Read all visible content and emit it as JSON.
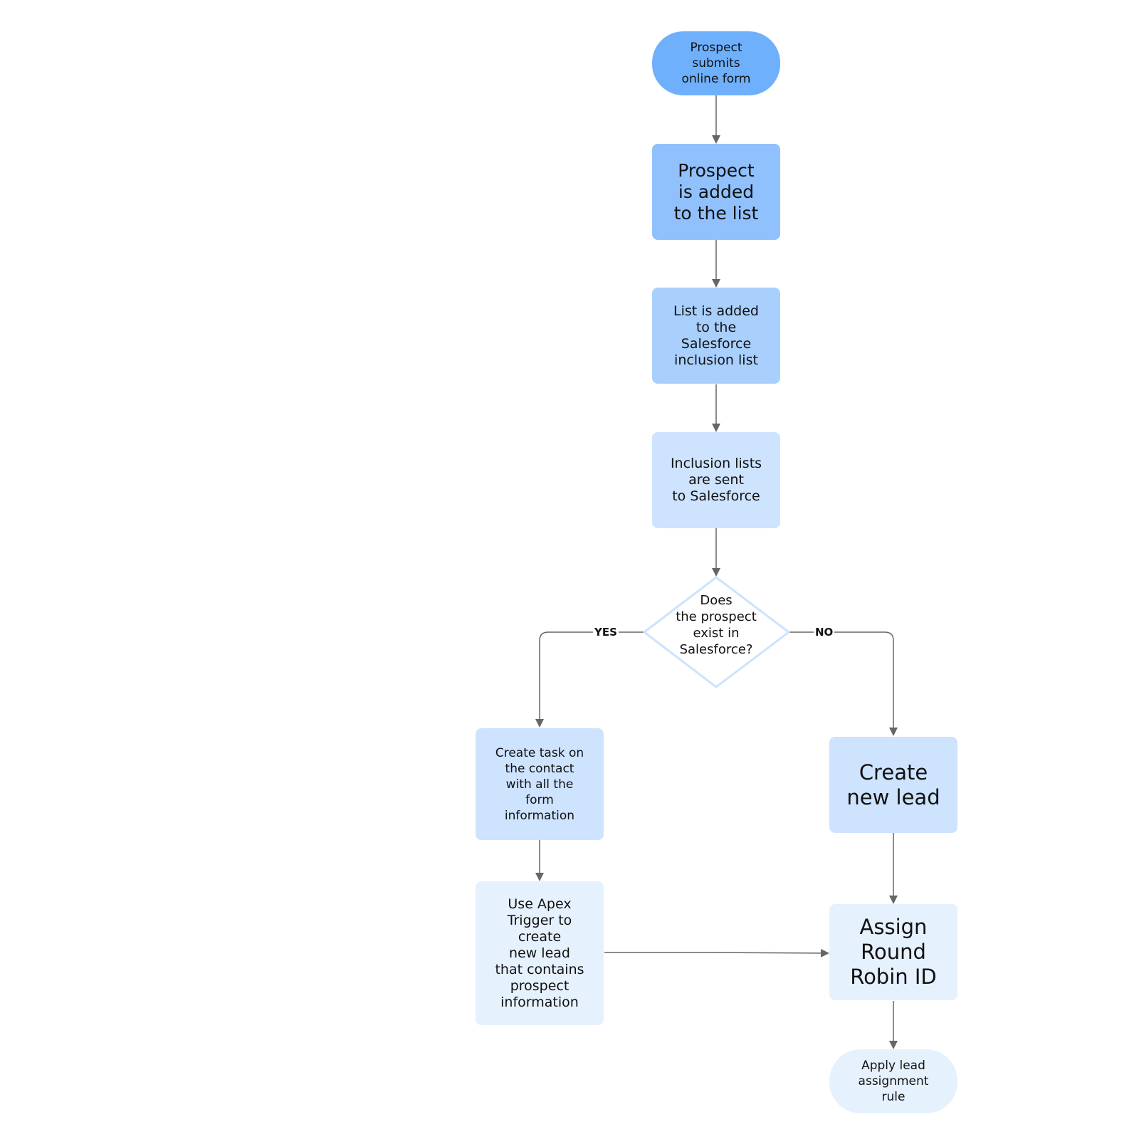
{
  "nodes": {
    "start": "Prospect\nsubmits\nonline form",
    "added_to_list": "Prospect\nis added\nto the list",
    "list_added": "List is added\nto the\nSalesforce\ninclusion list",
    "lists_sent": "Inclusion lists\nare sent\nto Salesforce",
    "decision": "Does\nthe prospect\nexist in\nSalesforce?",
    "create_task": "Create task on\nthe contact\nwith all the\nform\ninformation",
    "apex_trigger": "Use Apex\nTrigger to\ncreate\nnew lead\nthat contains\nprospect\ninformation",
    "create_lead": "Create\nnew lead",
    "assign_rr": "Assign\nRound\nRobin ID",
    "apply_rule": "Apply lead\nassignment\nrule"
  },
  "edge_labels": {
    "yes": "YES",
    "no": "NO"
  },
  "colors": {
    "start": "#6eb0fc",
    "step1": "#90c1fc",
    "step2": "#a9cffd",
    "step3": "#cde3fe",
    "step4": "#e6f1fe",
    "decision_border": "#cde3fe",
    "connector": "#666666"
  }
}
